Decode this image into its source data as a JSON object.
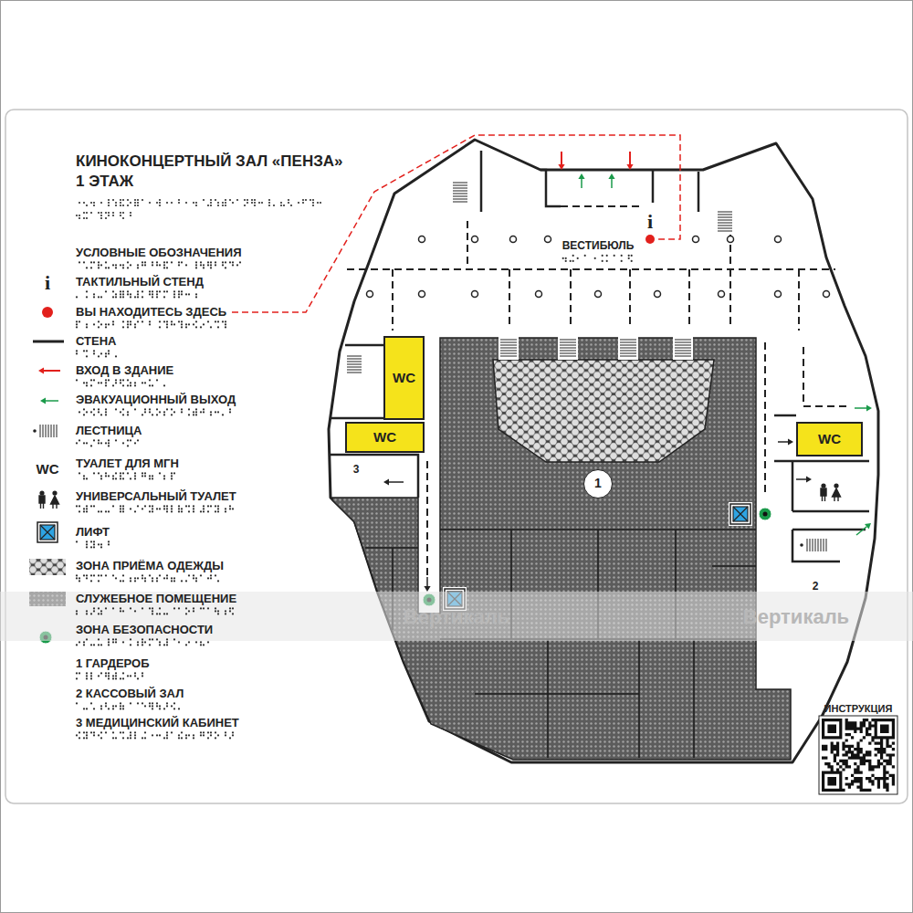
{
  "diagram": {
    "title": "КИНОКОНЦЕРТНЫЙ ЗАЛ «ПЕНЗА» 1 ЭТАЖ",
    "nodes": [
      {
        "text": [
          "WC"
        ]
      },
      {
        "text": [
          "WC"
        ]
      },
      {
        "text": [
          "WC"
        ]
      },
      {
        "text": [
          "1"
        ]
      }
    ],
    "labels": [
      "УСЛОВНЫЕ ОБОЗНАЧЕНИЯ",
      "i",
      "WC",
      "1 ГАРДЕРОБ",
      "2 КАССОВЫЙ ЗАЛ",
      "3 МЕДИЦИНСКИЙ КАБИНЕТ",
      "i",
      "ВЕСТИБЮЛЬ",
      "3",
      "2",
      "ИНСТРУКЦИЯ",
      "Вертикаль",
      "Вертикаль"
    ],
    "legend": [
      {
        "text": "ТАКТИЛЬНЫЙ СТЕНД"
      },
      {
        "text": "ВЫ НАХОДИТЕСЬ ЗДЕСЬ",
        "color": "#e2201c"
      },
      {
        "text": "СТЕНА"
      },
      {
        "text": "ВХОД В ЗДАНИЕ"
      },
      {
        "text": "ЭВАКУАЦИОННЫЙ ВЫХОД"
      },
      {
        "text": "ЛЕСТНИЦА"
      },
      {
        "text": "ТУАЛЕТ ДЛЯ МГН"
      },
      {
        "text": "УНИВЕРСАЛЬНЫЙ ТУАЛЕТ"
      },
      {
        "text": "ЛИФТ"
      },
      {
        "text": "ЗОНА ПРИЁМА ОДЕЖДЫ"
      },
      {
        "text": "СЛУЖЕБНОЕ ПОМЕЩЕНИЕ"
      },
      {
        "text": "ЗОНА БЕЗОПАСНОСТИ"
      }
    ]
  }
}
